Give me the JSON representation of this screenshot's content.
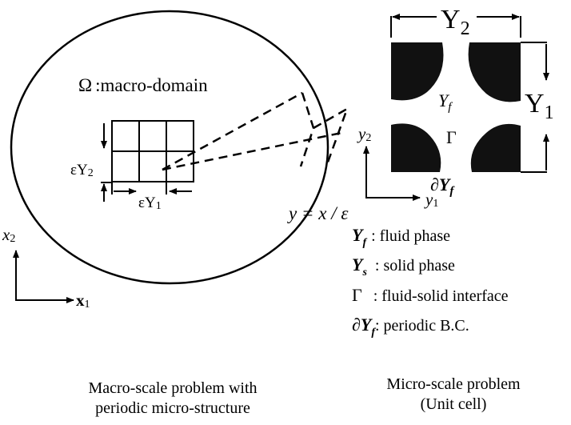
{
  "macro": {
    "domain_symbol": "Ω",
    "domain_label": ":macro-domain",
    "cell_width_label_prefix": "εY",
    "cell_width_label_sub": "1",
    "cell_height_label_prefix": "εY",
    "cell_height_label_sub": "2",
    "scaling_relation": "y = x / ε",
    "axis_x_label": "x",
    "axis_x_sub": "1",
    "axis_y_label": "x",
    "axis_y_sub": "2",
    "caption_line1": "Macro-scale problem with",
    "caption_line2": "periodic micro-structure"
  },
  "micro": {
    "width_label": "Y",
    "width_sub": "2",
    "height_label": "Y",
    "height_sub": "1",
    "fluid_label": "Y",
    "fluid_sub": "f",
    "interface_label": "Γ",
    "boundary_label": "∂Y",
    "boundary_sub": "f",
    "axis_y1_label": "y",
    "axis_y1_sub": "1",
    "axis_y2_label": "y",
    "axis_y2_sub": "2",
    "caption_line1": "Micro-scale problem",
    "caption_line2": "(Unit cell)"
  },
  "legend": [
    {
      "symbol": "Y",
      "sub": "f",
      "text": ": fluid phase"
    },
    {
      "symbol": "Y",
      "sub": "s",
      "text": ": solid phase"
    },
    {
      "symbol": "Γ",
      "sub": "",
      "text": ": fluid-solid interface"
    },
    {
      "symbol": "∂Y",
      "sub": "f",
      "text": ": periodic B.C."
    }
  ]
}
